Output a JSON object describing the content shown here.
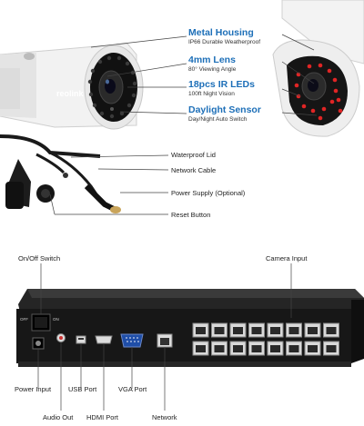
{
  "camera": {
    "brand": "reolink",
    "features": [
      {
        "title": "Metal Housing",
        "subtitle": "IP66 Durable Weatherproof"
      },
      {
        "title": "4mm Lens",
        "subtitle": "80° Viewing Angle"
      },
      {
        "title": "18pcs IR LEDs",
        "subtitle": "100ft Night Vision"
      },
      {
        "title": "Daylight Sensor",
        "subtitle": "Day/Night Auto Switch"
      }
    ]
  },
  "cable": {
    "labels": [
      "Waterproof Lid",
      "Network Cable",
      "Power Supply (Optional)",
      "Reset Button"
    ]
  },
  "nvr": {
    "top_labels": {
      "on_off": "On/Off Switch",
      "camera_input": "Camera Input"
    },
    "bottom_labels": [
      "Power Input",
      "Audio Out",
      "USB Port",
      "HDMI Port",
      "VGA Port",
      "Network"
    ],
    "panel_marks": {
      "off": "OFF",
      "on": "ON"
    }
  },
  "colors": {
    "accent": "#1d6fb8",
    "body_white": "#f4f4f4",
    "nvr_black": "#1a1a1a"
  }
}
